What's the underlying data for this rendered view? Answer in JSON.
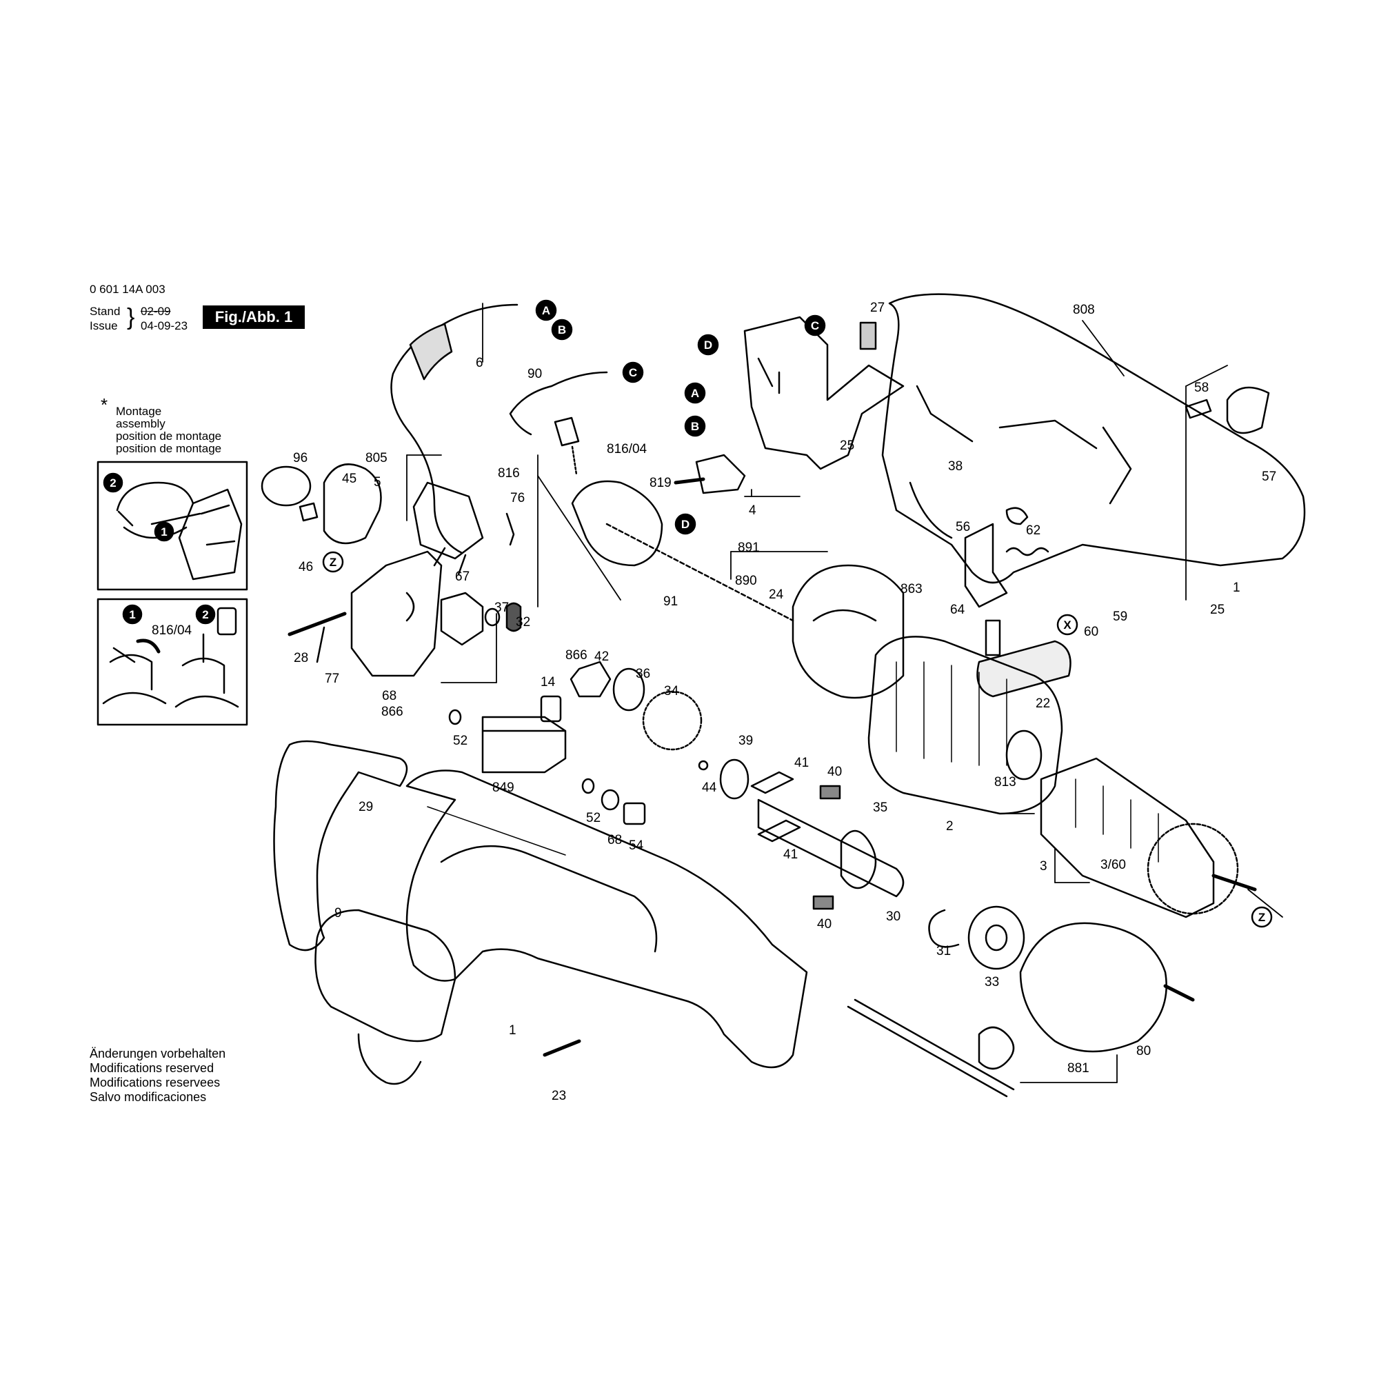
{
  "header": {
    "doc_number": "0 601 14A 003",
    "stand_label": "Stand",
    "stand_value": "02-09",
    "issue_label": "Issue",
    "issue_value": "04-09-23",
    "brace": "}",
    "fig_label": "Fig./Abb. 1"
  },
  "note": {
    "asterisk": "*",
    "lines": [
      "Montage",
      "assembly",
      "position de montage",
      "position de montage"
    ]
  },
  "footer": {
    "lines": [
      "Änderungen vorbehalten",
      "Modifications reserved",
      "Modifications reservees",
      "Salvo modificaciones"
    ]
  },
  "insets": [
    {
      "markers": [
        "2",
        "1"
      ],
      "labels": []
    },
    {
      "markers": [
        "1",
        "2"
      ],
      "labels": [
        "816/04"
      ]
    }
  ],
  "connectors": {
    "A": "A",
    "B": "B",
    "C": "C",
    "D": "D",
    "X": "X",
    "Z": "Z"
  },
  "part_labels": [
    "6",
    "90",
    "816/04",
    "816",
    "819",
    "4",
    "27",
    "808",
    "25",
    "58",
    "57",
    "1",
    "38",
    "62",
    "56",
    "863",
    "64",
    "60",
    "59",
    "25",
    "96",
    "805",
    "5",
    "45",
    "46",
    "76",
    "891",
    "890",
    "24",
    "67",
    "37",
    "32",
    "866",
    "42",
    "36",
    "34",
    "28",
    "77",
    "68",
    "866",
    "14",
    "91",
    "52",
    "849",
    "52",
    "68",
    "54",
    "39",
    "44",
    "41",
    "40",
    "35",
    "41",
    "40",
    "30",
    "31",
    "33",
    "2",
    "813",
    "3",
    "3/60",
    "22",
    "29",
    "9",
    "1",
    "23",
    "80",
    "881"
  ],
  "colors": {
    "line": "#000000",
    "badge": "#000000",
    "background": "#ffffff"
  }
}
